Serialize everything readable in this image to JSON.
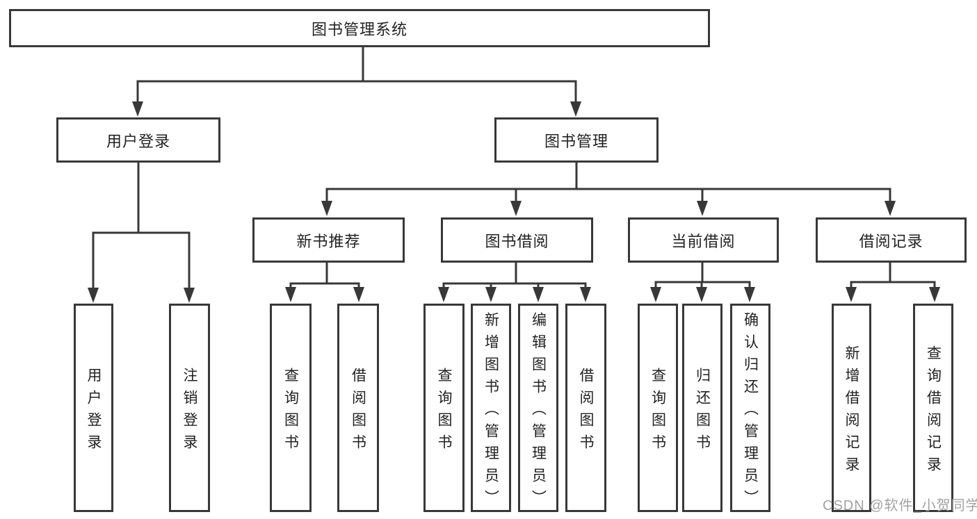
{
  "tree": {
    "label": "图书管理系统",
    "children": [
      {
        "label": "用户登录",
        "children": [
          {
            "label": "用户登录"
          },
          {
            "label": "注销登录"
          }
        ]
      },
      {
        "label": "图书管理",
        "children": [
          {
            "label": "新书推荐",
            "children": [
              {
                "label": "查询图书"
              },
              {
                "label": "借阅图书"
              }
            ]
          },
          {
            "label": "图书借阅",
            "children": [
              {
                "label": "查询图书"
              },
              {
                "label": "新增图书（管理员）"
              },
              {
                "label": "编辑图书（管理员）"
              },
              {
                "label": "借阅图书"
              }
            ]
          },
          {
            "label": "当前借阅",
            "children": [
              {
                "label": "查询图书"
              },
              {
                "label": "归还图书"
              },
              {
                "label": "确认归还（管理员）"
              }
            ]
          },
          {
            "label": "借阅记录",
            "children": [
              {
                "label": "新增借阅记录"
              },
              {
                "label": "查询借阅记录"
              }
            ]
          }
        ]
      }
    ]
  },
  "watermark": {
    "text": "CSDN @软件_小贺同学"
  },
  "colors": {
    "line": "#383838",
    "border": "#383838",
    "text": "#222222",
    "watermark": "#a2a2a2",
    "background": "#ffffff"
  }
}
